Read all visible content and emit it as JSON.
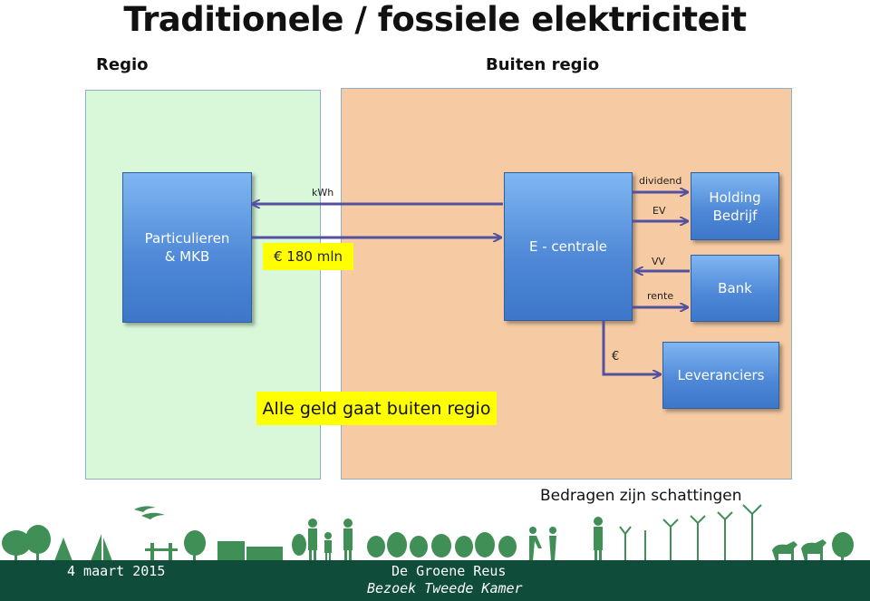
{
  "title": "Traditionele / fossiele elektriciteit",
  "regions": {
    "left": "Regio",
    "right": "Buiten regio"
  },
  "nodes": {
    "particulieren": "Particulieren & MKB",
    "centrale": "E - centrale",
    "holding": "Holding Bedrijf",
    "bank": "Bank",
    "leveranciers": "Leveranciers"
  },
  "flows": {
    "kwh": "kWh",
    "money": "€ 180 mln",
    "dividend": "dividend",
    "ev": "EV",
    "vv": "VV",
    "rente": "rente",
    "euro": "€"
  },
  "claim": "Alle geld gaat buiten regio",
  "note": "Bedragen zijn schattingen",
  "footer": {
    "date": "4 maart 2015",
    "org": "De Groene Reus",
    "event": "Bezoek Tweede Kamer"
  },
  "colors": {
    "regio": "#d9f7d9",
    "buiten": "#f6cba3",
    "box": "#4d87d6",
    "highlight": "#ffff00",
    "arrow": "#5350a0",
    "footer": "#0f4d3a"
  }
}
